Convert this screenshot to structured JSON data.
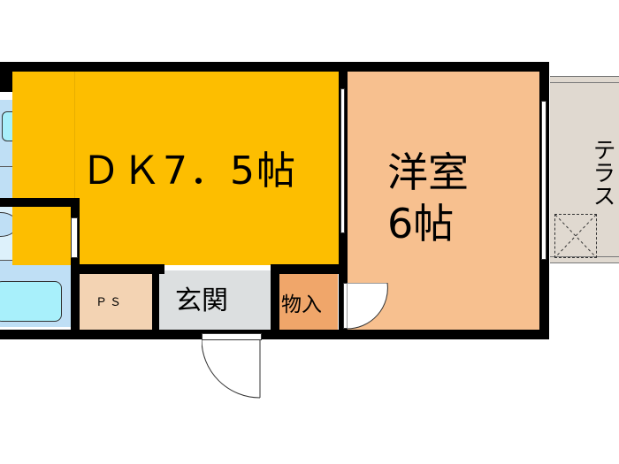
{
  "rooms": {
    "dk": {
      "label": "ＤＫ7．5帖",
      "color": "#FDBE00"
    },
    "western": {
      "label_line1": "洋室",
      "label_line2": "6帖",
      "color": "#F7C08F"
    },
    "terrace": {
      "label": "テラス",
      "color": "#E0D9D0"
    },
    "entrance": {
      "label": "玄関",
      "color": "#DCDFE0"
    },
    "storage": {
      "label": "物入",
      "color": "#F0A66A"
    },
    "ps": {
      "label": "ＰＳ",
      "color": "#F3D3B3"
    },
    "washroom": {
      "color": "#BFDFF5"
    },
    "bathroom": {
      "color": "#DDF1FB"
    }
  }
}
